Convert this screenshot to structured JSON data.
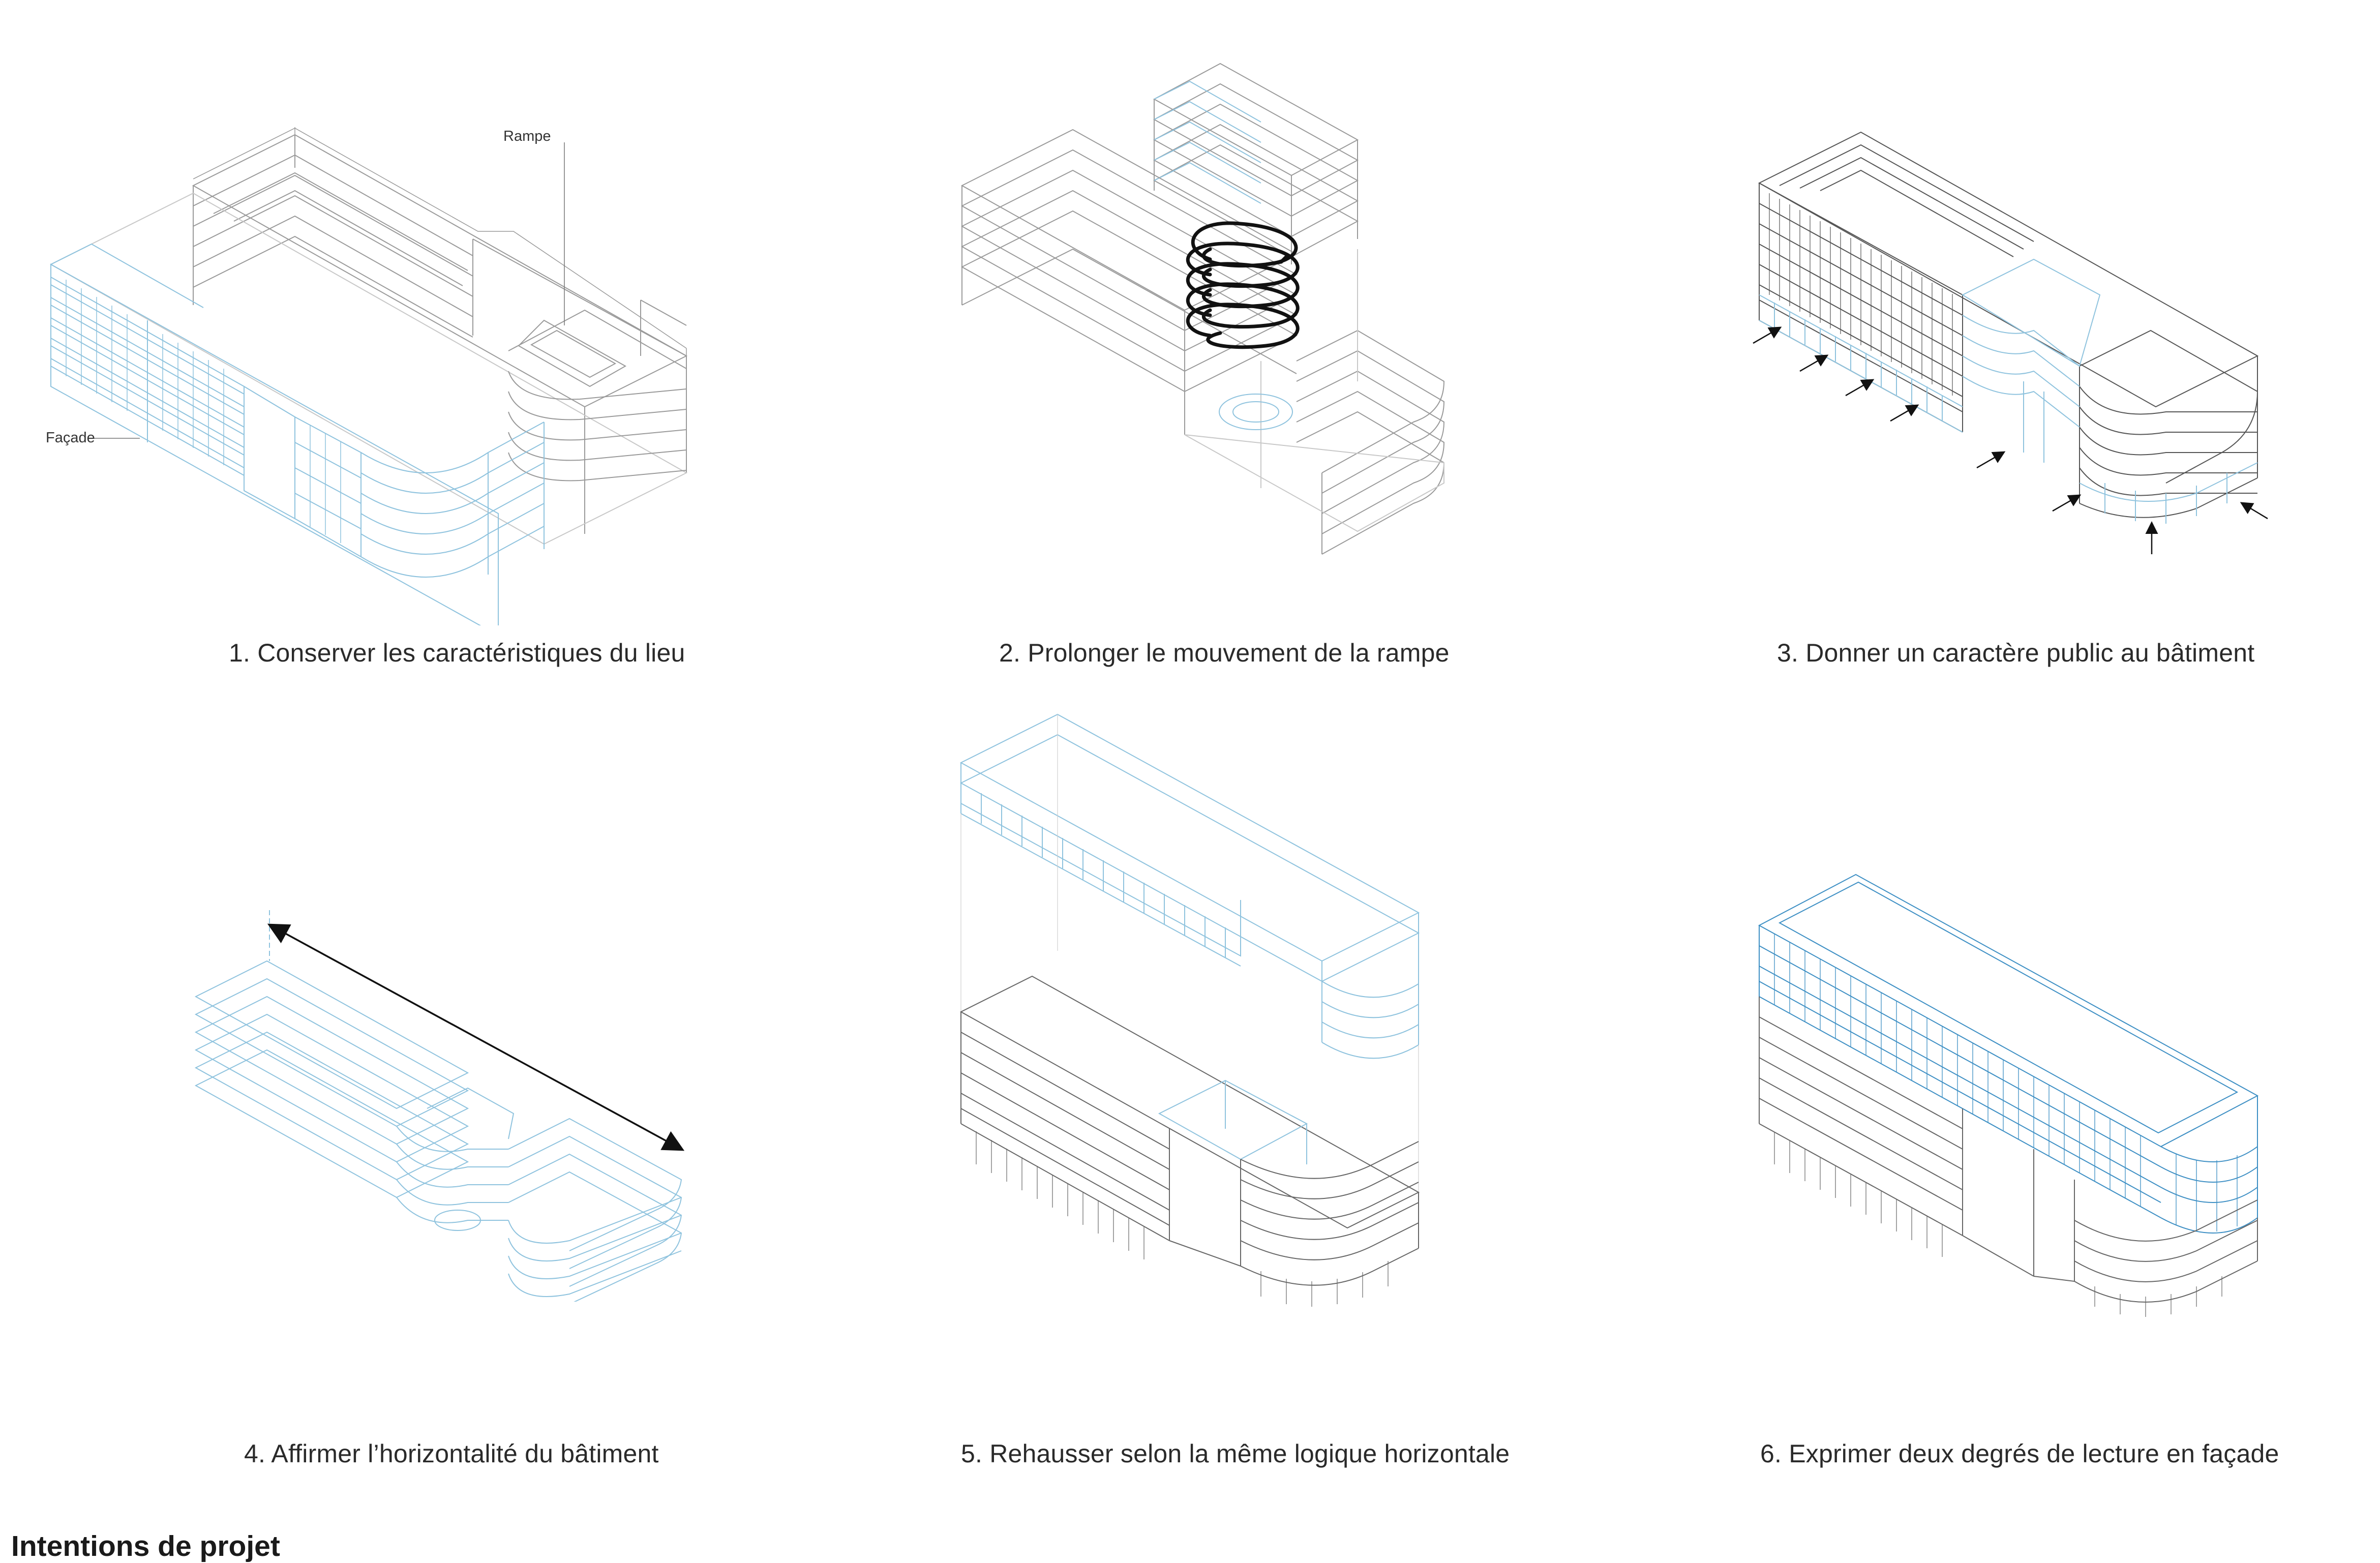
{
  "page": {
    "title": "Intentions de projet"
  },
  "panels": [
    {
      "caption": "1.  Conserver les caractéristiques du lieu"
    },
    {
      "caption": "2.  Prolonger le mouvement de la rampe"
    },
    {
      "caption": "3.  Donner un caractère public au bâtiment"
    },
    {
      "caption": "4.  Affirmer l’horizontalité du bâtiment"
    },
    {
      "caption": "5.  Rehausser selon la même logique horizontale"
    },
    {
      "caption": "6.  Exprimer deux degrés de lecture en façade"
    }
  ],
  "annotations": {
    "rampe": "Rampe",
    "facade": "Façade"
  },
  "colors": {
    "blue_line": "#8fc3de",
    "blue_strong": "#3d8fc4",
    "grey_line": "#9a9a9a",
    "dark_line": "#555555",
    "arrow": "#111111"
  }
}
